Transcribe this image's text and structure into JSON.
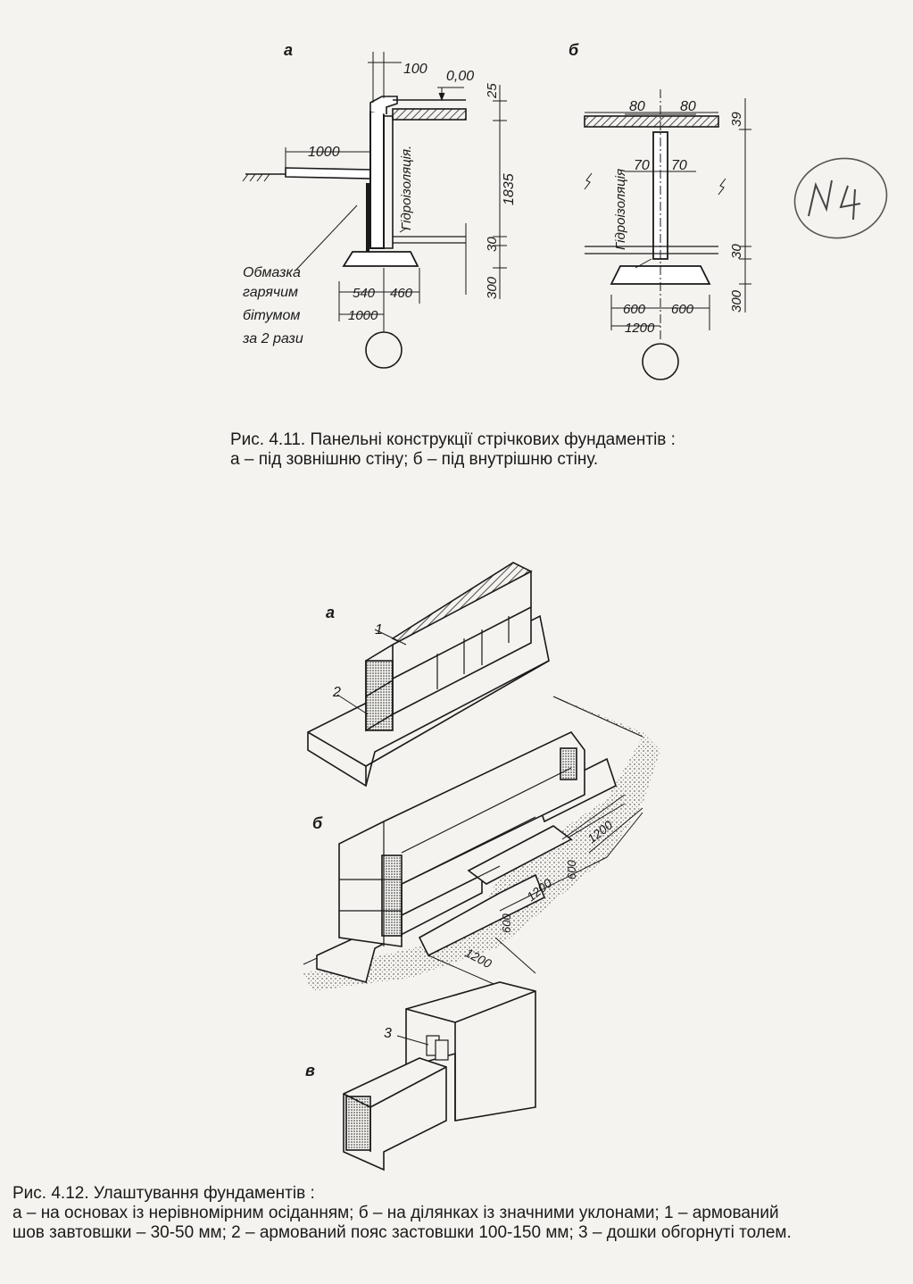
{
  "figure_4_11": {
    "label_a": "а",
    "label_b": "б",
    "a": {
      "dim_100": "100",
      "dim_000": "0,00",
      "dim_25": "25",
      "dim_1000_top": "1000",
      "dim_1835": "1835",
      "dim_30": "30",
      "dim_300": "300",
      "dim_540": "540",
      "dim_460": "460",
      "dim_1000_bottom": "1000",
      "waterproofing": "Гідроізоляція.",
      "bitumen_note": [
        "Обмазка",
        "гарячим",
        "бітумом",
        "за 2 рази"
      ]
    },
    "b": {
      "dim_80_left": "80",
      "dim_80_right": "80",
      "dim_39": "39",
      "dim_70_left": "70",
      "dim_70_right": "70",
      "dim_30": "30",
      "dim_300": "300",
      "dim_600_left": "600",
      "dim_600_right": "600",
      "dim_1200": "1200",
      "waterproofing": "Гідроізоляція"
    },
    "caption_line1": "Рис. 4.11. Панельні конструкції стрічкових фундаментів :",
    "caption_line2": "а – під зовнішню стіну; б – під внутрішню стіну."
  },
  "figure_4_12": {
    "label_a": "а",
    "label_b": "б",
    "label_v": "в",
    "callout_1": "1",
    "callout_2": "2",
    "callout_3": "3",
    "dim_1200_1": "1200",
    "dim_1200_2": "1200",
    "dim_1200_3": "1200",
    "dim_600_1": "600",
    "dim_600_2": "600",
    "caption_line1": "Рис. 4.12. Улаштування фундаментів :",
    "caption_line2": "а – на основах із нерівномірним осіданням; б – на ділянках із значними уклонами; 1 – армований",
    "caption_line3": "шов завтовшки – 30-50 мм; 2 – армований пояс застовшки 100-150 мм; 3 – дошки обгорнуті толем."
  },
  "handwritten_note": "N4"
}
